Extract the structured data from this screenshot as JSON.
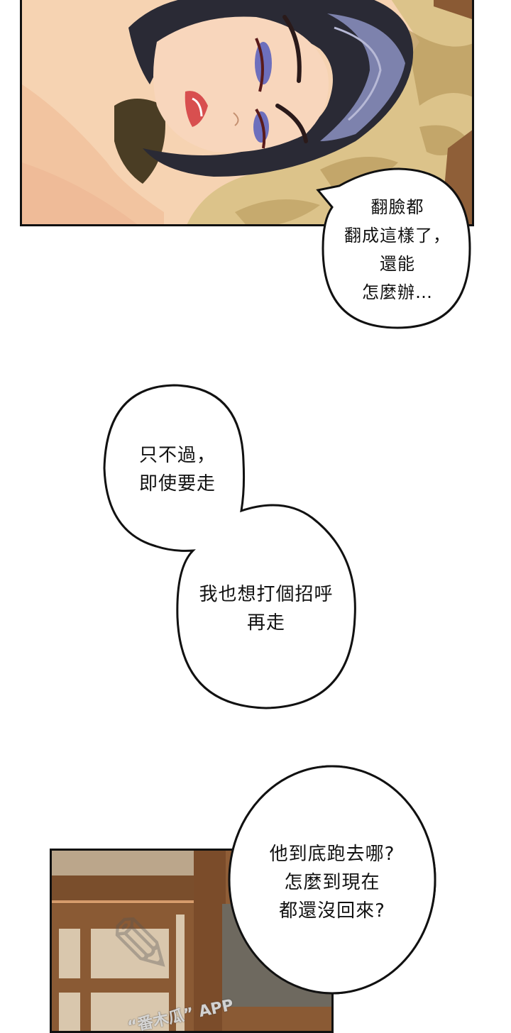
{
  "page": {
    "type": "webcomic-strip",
    "background": "#ffffff"
  },
  "panels": [
    {
      "id": "panel-1",
      "description": "Close-up of woman with dark blue-gray hair lying on a patterned tan pillow",
      "colors": {
        "skin": "#f4cfae",
        "hair": "#2b2a35",
        "hair_highlight": "#8c8fb8",
        "pillow": "#d9bd7e",
        "wood": "#8a5a34"
      }
    },
    {
      "id": "panel-2",
      "description": "Empty wooden interior with cabinets and door",
      "colors": {
        "wood": "#8a5a34",
        "wall": "#b9a68e",
        "door": "#6f6a60"
      },
      "watermark": {
        "text": "“番木瓜” APP"
      }
    }
  ],
  "bubbles": [
    {
      "id": "bubble-1",
      "lines": "翻臉都\n翻成這樣了，\n還能\n怎麼辦…"
    },
    {
      "id": "bubble-2a",
      "lines": "只不過，\n即使要走"
    },
    {
      "id": "bubble-2b",
      "lines": "我也想打個招呼\n再走"
    },
    {
      "id": "bubble-3",
      "lines": "他到底跑去哪?\n怎麼到現在\n都還沒回來?"
    }
  ]
}
